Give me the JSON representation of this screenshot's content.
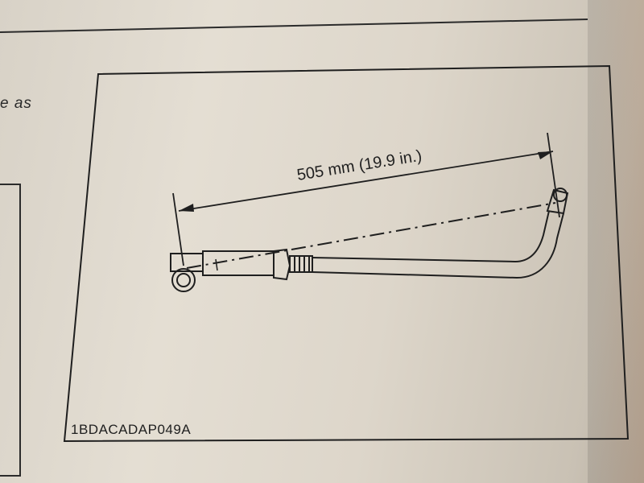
{
  "sidebar_fragment": {
    "text": "e as"
  },
  "figure": {
    "dimension_label": "505 mm (19.9 in.)",
    "figure_code": "1BDACADAP049A"
  },
  "colors": {
    "ink": "#1f1f1f",
    "paper": "#e0dace"
  }
}
